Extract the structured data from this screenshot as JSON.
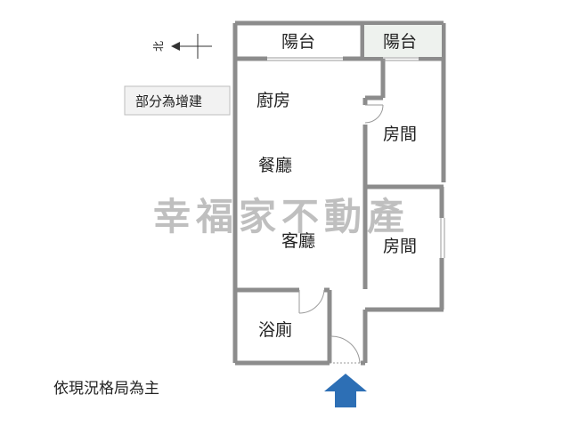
{
  "rooms": {
    "balcony_left": "陽台",
    "balcony_right": "陽台",
    "kitchen": "廚房",
    "dining": "餐廳",
    "living": "客廳",
    "bedroom_upper": "房間",
    "bedroom_lower": "房間",
    "bathroom": "浴廁"
  },
  "notes": {
    "north": "北",
    "addition": "部分為增建",
    "current_layout": "依現況格局為主"
  },
  "watermark": "幸福家不動產",
  "colors": {
    "wall": "#8c8c8c",
    "balcony_fill": "#eef2ee",
    "entrance_arrow": "#2d6fb5",
    "watermark": "#b4b4b4"
  }
}
